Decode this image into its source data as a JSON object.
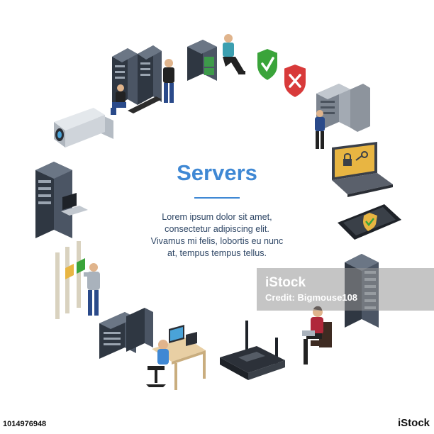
{
  "banner": {
    "title": "Servers",
    "body_lines": [
      "Lorem ipsum dolor sit amet,",
      "consectetur adipiscing elit.",
      "Vivamus mi felis, lobortis eu nunc",
      "at, tempus tempus tellus."
    ]
  },
  "watermark": {
    "logo": "iStock",
    "credit": "Credit: Bigmouse108"
  },
  "footer": {
    "image_id": "1014976948",
    "brand": "iStock"
  },
  "colors": {
    "accent": "#3f88d4",
    "body_text": "#2f4766",
    "shield_green": "#3aa43a",
    "shield_red": "#d83a3a",
    "server_dark": "#37404d",
    "screen_blue": "#4aa3d8"
  },
  "icons": [
    "security-camera-icon",
    "server-rack-icon",
    "technician-icon",
    "shield-check-icon",
    "shield-cross-icon",
    "laptop-lock-icon",
    "phone-shield-icon",
    "router-icon",
    "workstation-icon"
  ]
}
